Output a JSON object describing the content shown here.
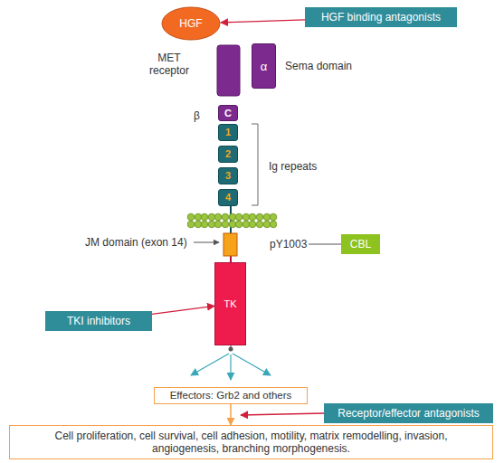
{
  "diagram": {
    "nodes": [
      {
        "text": [
          "HGF"
        ]
      },
      {
        "text": [
          "HGF binding antagonists"
        ]
      },
      {
        "text": [
          "α"
        ]
      },
      {
        "text": [
          "C"
        ]
      },
      {
        "text": [
          "1"
        ]
      },
      {
        "text": [
          "2"
        ]
      },
      {
        "text": [
          "3"
        ]
      },
      {
        "text": [
          "4"
        ]
      },
      {
        "text": [
          "CBL"
        ]
      },
      {
        "text": [
          "TK"
        ]
      },
      {
        "text": [
          "TKI inhibitors"
        ]
      },
      {
        "text": [
          "Effectors: Grb2 and others"
        ]
      },
      {
        "text": [
          "Receptor/effector antagonists"
        ]
      },
      {
        "text": [
          "Cell proliferation, cell survival, cell adhesion, motility, matrix remodelling, invasion, angiogenesis, branching morphogenesis."
        ]
      }
    ],
    "edges": [
      {
        "from": 1,
        "to": 0,
        "arrow": "to"
      },
      {
        "from": 10,
        "to": 9,
        "arrow": "to"
      },
      {
        "from": 11,
        "to": 13,
        "arrow": "to"
      }
    ],
    "labels": [
      "MET receptor",
      "Sema domain",
      "β",
      "Ig repeats",
      "JM domain (exon 14)",
      "pY1003"
    ]
  }
}
